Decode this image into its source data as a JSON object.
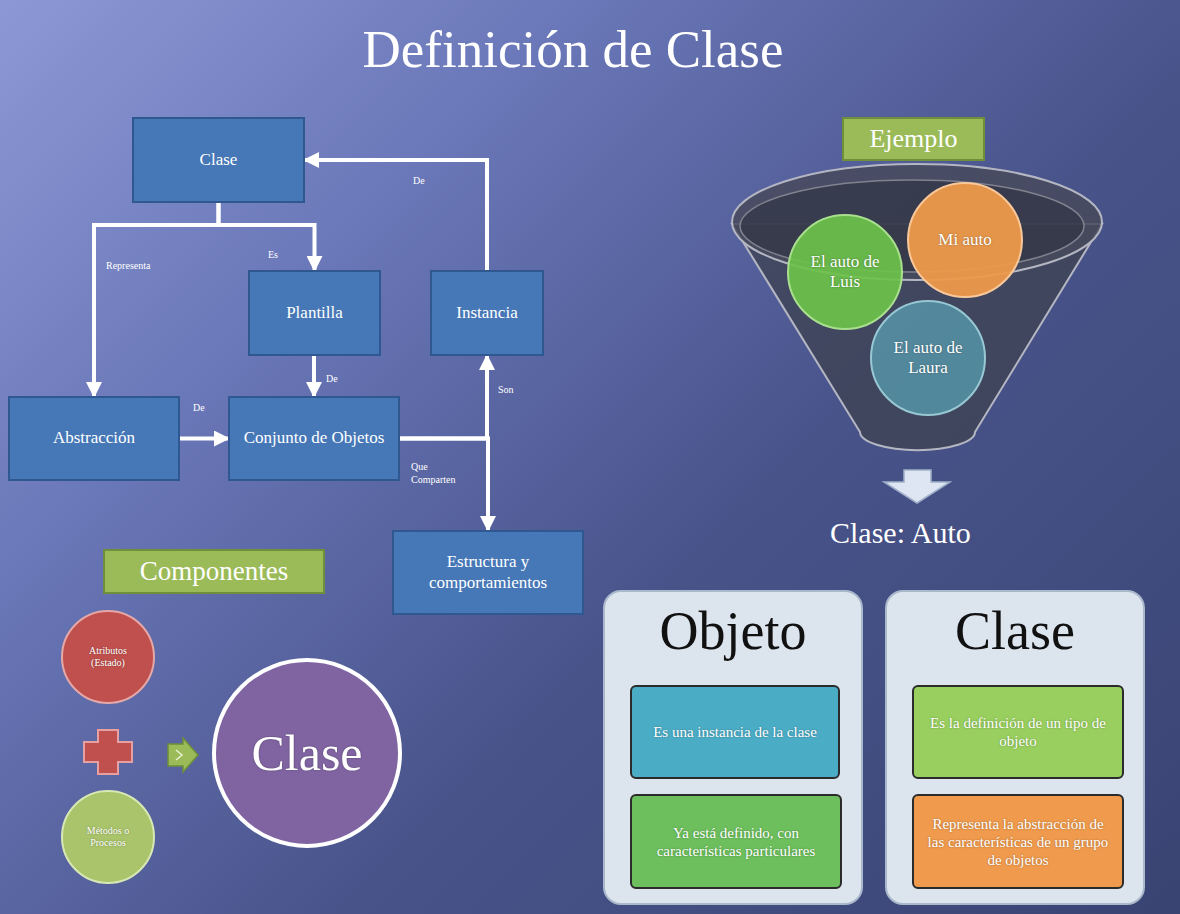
{
  "diagram": {
    "title": "Definición de Clase",
    "nodes": [
      {
        "text": [
          "Clase"
        ]
      },
      {
        "text": [
          "Ejemplo"
        ]
      },
      {
        "text": [
          "Plantilla"
        ]
      },
      {
        "text": [
          "Instancia"
        ]
      },
      {
        "text": [
          "Abstracción"
        ]
      },
      {
        "text": [
          "Conjunto de Objetos"
        ]
      },
      {
        "text": [
          "Estructura y comportamientos"
        ]
      },
      {
        "text": [
          "Componentes"
        ]
      },
      {
        "text": [
          "El auto de Luis"
        ]
      },
      {
        "text": [
          "Mi auto"
        ]
      },
      {
        "text": [
          "El auto de Laura"
        ]
      },
      {
        "text": [
          "Atributos (Estado)"
        ]
      },
      {
        "text": [
          "Clase"
        ]
      },
      {
        "text": [
          "Métodos o Procesos"
        ]
      },
      {
        "text": [
          "Objeto"
        ]
      },
      {
        "text": [
          "Es una instancia de la clase"
        ],
        "in": 14
      },
      {
        "text": [
          "Ya está definido, con características particulares"
        ],
        "in": 14
      },
      {
        "text": [
          "Clase"
        ]
      },
      {
        "text": [
          "Es la definición de un tipo de objeto"
        ],
        "in": 17
      },
      {
        "text": [
          "Representa la abstracción de las características de un grupo de objetos"
        ],
        "in": 17
      }
    ],
    "edges": [
      {
        "from": 0,
        "to": 2,
        "arrow": "to",
        "label": "Es"
      },
      {
        "from": 0,
        "to": 4,
        "arrow": "to",
        "label": "Representa"
      },
      {
        "from": 3,
        "to": 0,
        "arrow": "to",
        "label": "De"
      },
      {
        "from": 2,
        "to": 5,
        "arrow": "to",
        "label": "De"
      },
      {
        "from": 4,
        "to": 5,
        "arrow": "to",
        "label": "De"
      },
      {
        "from": 5,
        "to": 3,
        "arrow": "to",
        "label": "Son"
      },
      {
        "from": 5,
        "to": 6,
        "arrow": "to",
        "label": "Que Comparten"
      }
    ],
    "labels": [
      "Clase: Auto"
    ]
  }
}
